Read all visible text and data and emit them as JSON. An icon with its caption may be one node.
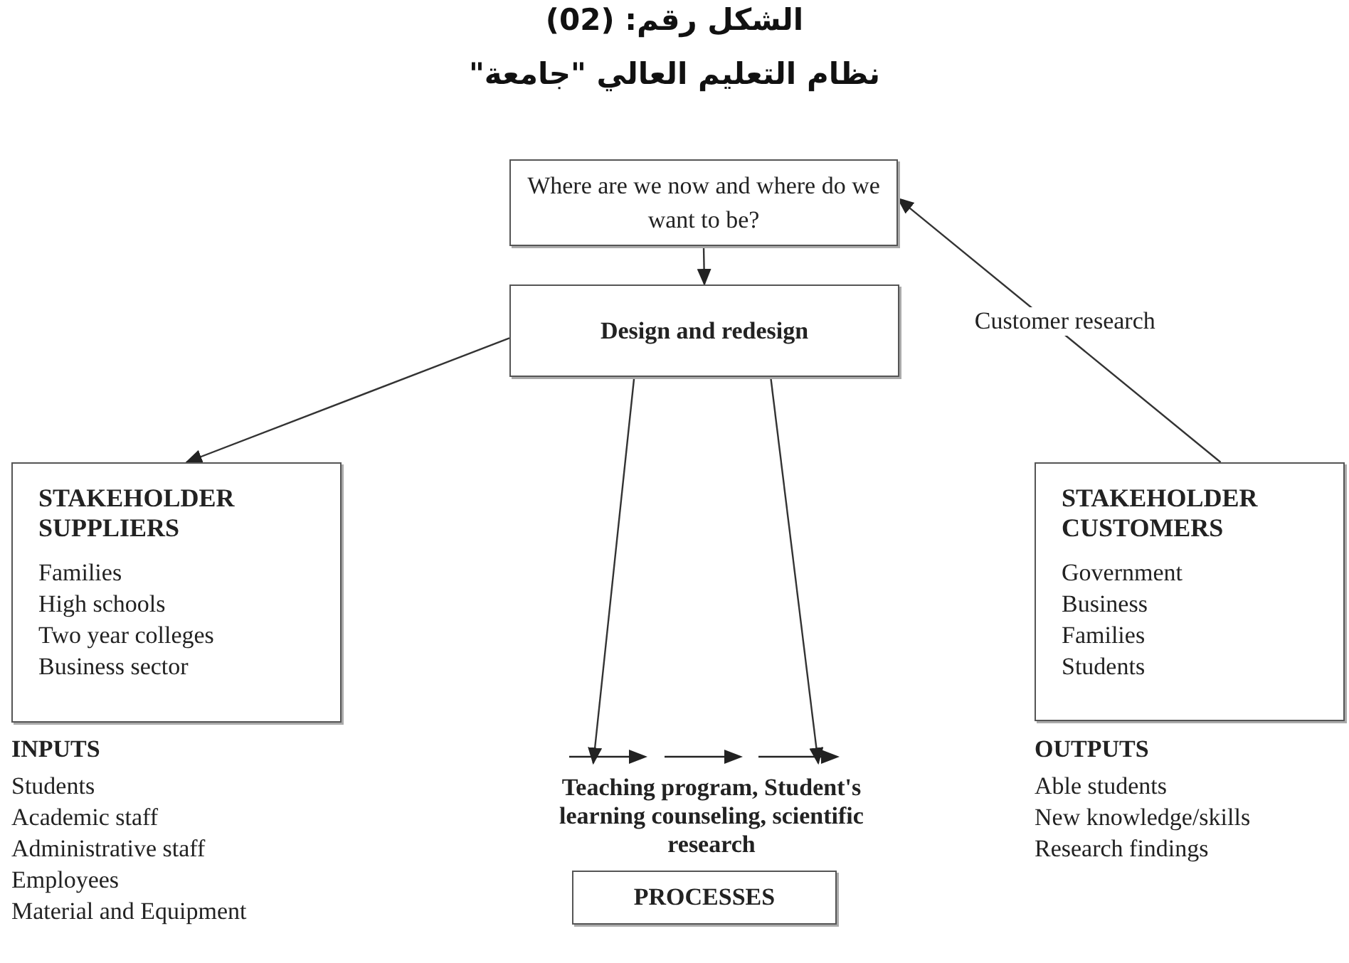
{
  "diagram": {
    "title": "الشكل رقم: (02)",
    "nodes": [
      {
        "text": [
          "Where are we now and where do we want to be?"
        ]
      },
      {
        "text": [
          "Design and redesign"
        ]
      },
      {
        "text": [
          "STAKEHOLDER SUPPLIERS",
          "Families",
          "High schools",
          "Two year colleges",
          "Business sector"
        ]
      },
      {
        "text": [
          "STAKEHOLDER CUSTOMERS",
          "Government",
          "Business",
          "Families",
          "Students"
        ]
      },
      {
        "text": [
          "Teaching program, Student's learning counseling, scientific research"
        ]
      },
      {
        "text": [
          "PROCESSES"
        ]
      }
    ],
    "edges": [
      {
        "from": 0,
        "to": 1,
        "arrow": "to"
      },
      {
        "from": 1,
        "to": 2,
        "arrow": "to"
      },
      {
        "from": 1,
        "to": 4,
        "arrow": "to"
      },
      {
        "from": 1,
        "to": 4,
        "arrow": "to"
      },
      {
        "from": 3,
        "to": 0,
        "arrow": "to",
        "label": "Customer research"
      }
    ],
    "labels": [
      "نظام التعليم العالي \"جامعة\"",
      "INPUTS",
      "Students",
      "Academic staff",
      "Administrative staff",
      "Employees",
      "Material and Equipment",
      "OUTPUTS",
      "Able students",
      "New knowledge/skills",
      "Research findings"
    ]
  }
}
